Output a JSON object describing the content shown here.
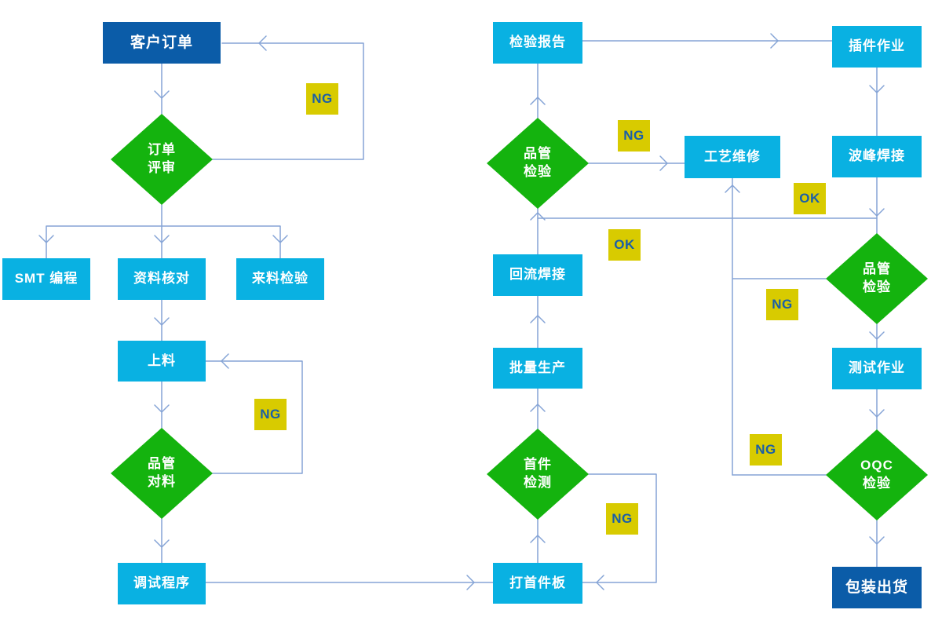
{
  "palette": {
    "process_fill": "#09b1e2",
    "decision_fill": "#14b30e",
    "terminal_fill": "#0b5ca8",
    "edge_label_fill": "#d8cb00",
    "edge_label_text": "#1a5fa8",
    "connector": "#85a4d6",
    "node_text": "#ffffff"
  },
  "nodes": {
    "customer_order": {
      "label": "客户订单",
      "type": "terminal"
    },
    "order_review": {
      "label": "订单\n评审",
      "type": "decision"
    },
    "smt_programming": {
      "label": "SMT 编程",
      "type": "process"
    },
    "data_check": {
      "label": "资料核对",
      "type": "process"
    },
    "incoming_inspection": {
      "label": "来料检验",
      "type": "process"
    },
    "material_loading": {
      "label": "上料",
      "type": "process"
    },
    "qc_material_check": {
      "label": "品管\n对料",
      "type": "decision"
    },
    "debug_program": {
      "label": "调试程序",
      "type": "process"
    },
    "inspection_report": {
      "label": "检验报告",
      "type": "process"
    },
    "qc_inspection_smt": {
      "label": "品管\n检验",
      "type": "decision"
    },
    "process_repair": {
      "label": "工艺维修",
      "type": "process"
    },
    "reflow_soldering": {
      "label": "回流焊接",
      "type": "process"
    },
    "batch_production": {
      "label": "批量生产",
      "type": "process"
    },
    "first_article_inspection": {
      "label": "首件\n检测",
      "type": "decision"
    },
    "first_board": {
      "label": "打首件板",
      "type": "process"
    },
    "plugin_operation": {
      "label": "插件作业",
      "type": "process"
    },
    "wave_soldering": {
      "label": "波峰焊接",
      "type": "process"
    },
    "qc_inspection_dip": {
      "label": "品管\n检验",
      "type": "decision"
    },
    "test_operation": {
      "label": "测试作业",
      "type": "process"
    },
    "oqc_inspection": {
      "label": "OQC\n检验",
      "type": "decision"
    },
    "packing_shipping": {
      "label": "包装出货",
      "type": "terminal"
    }
  },
  "edge_labels": {
    "ng_order_review": "NG",
    "ng_material_check": "NG",
    "ng_qc_smt": "NG",
    "ng_first_article": "NG",
    "ok_wave": "OK",
    "ok_reflow": "OK",
    "ng_qc_dip": "NG",
    "ng_oqc": "NG"
  }
}
